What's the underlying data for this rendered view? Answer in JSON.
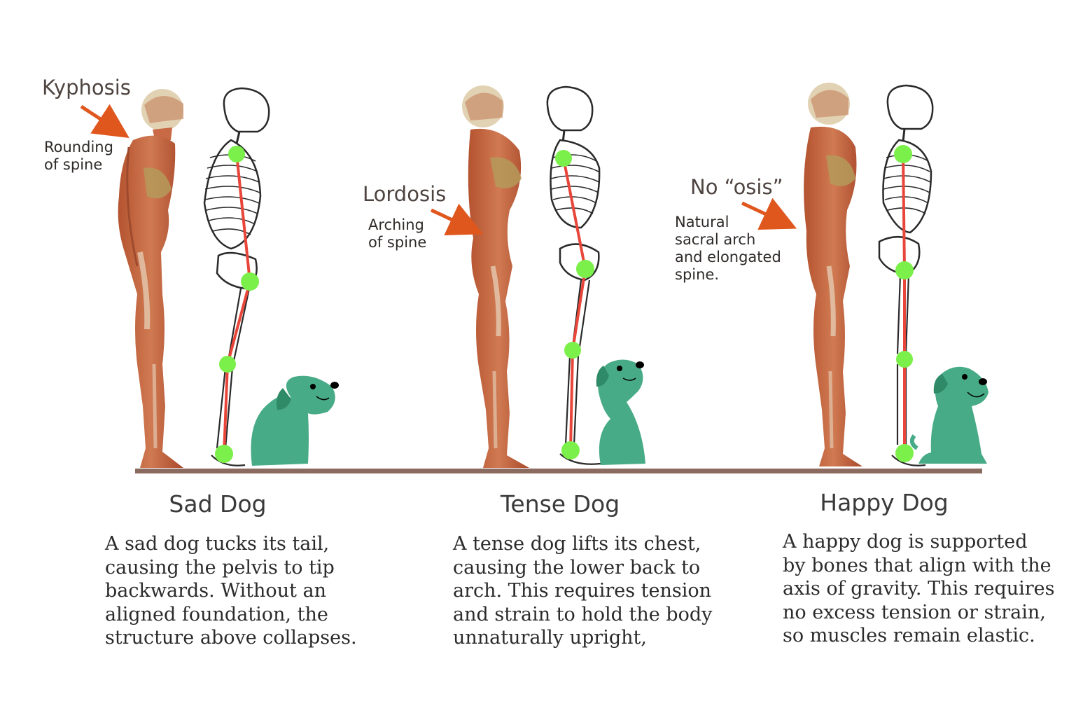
{
  "annotations": {
    "sad": {
      "title": "Kyphosis",
      "subtitle": "Rounding\nof spine"
    },
    "tense": {
      "title": "Lordosis",
      "subtitle": "Arching\nof spine"
    },
    "happy": {
      "title": "No “osis”",
      "subtitle": "Natural\nsacral arch\nand elongated\nspine."
    }
  },
  "panels": [
    {
      "title": "Sad Dog",
      "description": "A sad dog tucks its tail,\ncausing the pelvis to tip\nbackwards. Without an\naligned foundation, the\nstructure above collapses."
    },
    {
      "title": "Tense Dog",
      "description": "A tense dog lifts its chest,\ncausing the lower back to\narch. This requires tension\nand strain to hold the body\nunnaturally upright,"
    },
    {
      "title": "Happy Dog",
      "description": "A happy dog is supported\nby bones that align with the\naxis of gravity. This requires\nno excess tension or strain,\nso muscles remain elastic."
    }
  ],
  "colors": {
    "muscle": "#c76a45",
    "muscle_dark": "#9e4a2e",
    "tendon": "#e8d6bf",
    "skin_head": "#e2d2b4",
    "skeleton_line": "#2a2a2a",
    "alignment_line": "#e8463a",
    "joint_marker": "#7cf04a",
    "dog": "#47ab87",
    "arrow": "#e0571e",
    "ground": "#8b6a60"
  },
  "icons": [
    "muscle-figure",
    "skeleton-figure",
    "dog-figure",
    "arrow-icon",
    "joint-marker"
  ]
}
